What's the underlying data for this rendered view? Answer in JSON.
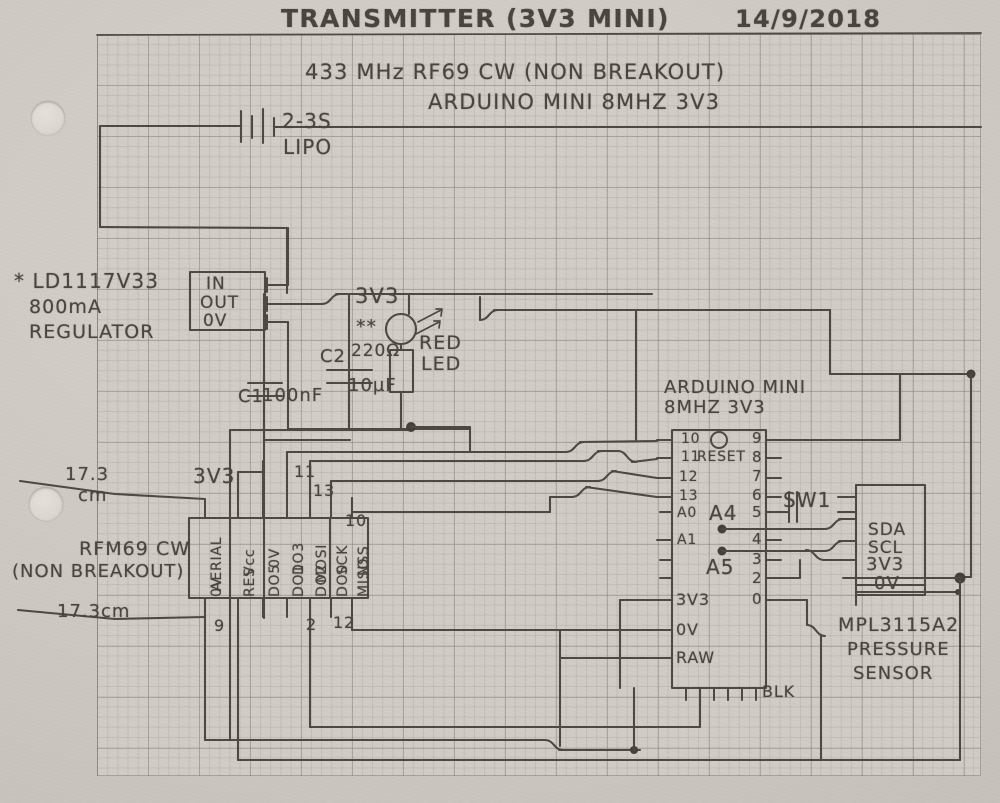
{
  "document": {
    "kind": "hand-drawn-schematic",
    "title": "TRANSMITTER  (3V3  MINI)",
    "date": "14/9/2018",
    "subtitle_1": "433 MHz  RF69 CW (NON BREAKOUT)",
    "subtitle_2": "ARDUINO MINI  8MHZ  3V3",
    "paper": "graph / grid paper",
    "ink_color": "#4a443f",
    "paper_color": "#d2ccc7",
    "grid_line_color": "#787069"
  },
  "power": {
    "battery_label_1": "2-3S",
    "battery_label_2": "LIPO",
    "regulator_note_1": "* LD1117V33",
    "regulator_note_2": "800mA",
    "regulator_note_3": "REGULATOR",
    "regulator_pins": [
      "IN",
      "OUT",
      "0V"
    ],
    "rail_label": "3V3"
  },
  "passives": {
    "c1_ref": "C1",
    "c1_value": "100nF",
    "c2_ref": "C2",
    "c2_value": "10µF",
    "resistor_marker": "**",
    "resistor_value": "220Ω",
    "led_label_1": "RED",
    "led_label_2": "LED"
  },
  "rfm69": {
    "title_1": "RFM69 CW",
    "title_2": "(NON BREAKOUT)",
    "rail_label": "3V3",
    "aerial_top_length": "17.3",
    "aerial_top_unit": "cm",
    "aerial_bottom_length": "17.3cm",
    "pins_top": [
      "AERIAL",
      "Vcc",
      "0V",
      "DO3",
      "MOSI",
      "SCK",
      "NSS"
    ],
    "pins_bottom": [
      "0V",
      "RES",
      "DO5",
      "DO1",
      "DO2",
      "DO0",
      "MISO"
    ],
    "wire_labels_top": [
      "11",
      "13",
      "10"
    ],
    "wire_labels_bottom": [
      "9",
      "2",
      "12"
    ]
  },
  "arduino": {
    "title_1": "ARDUINO MINI",
    "title_2": "8MHZ 3V3",
    "reset_label": "RESET",
    "pins_left": [
      "10",
      "11",
      "12",
      "13",
      "A0",
      "A1"
    ],
    "pins_left_power": [
      "3V3",
      "0V",
      "RAW"
    ],
    "pins_right": [
      "9",
      "8",
      "7",
      "6",
      "5",
      "4",
      "3",
      "2",
      "0"
    ],
    "analog_label_a4": "A4",
    "analog_label_a5": "A5",
    "switch_label": "SW1",
    "header_label": "BLK"
  },
  "sensor": {
    "pins": [
      "SDA",
      "SCL",
      "3V3",
      "0V"
    ],
    "part_number": "MPL3115A2",
    "desc_1": "PRESSURE",
    "desc_2": "SENSOR"
  }
}
